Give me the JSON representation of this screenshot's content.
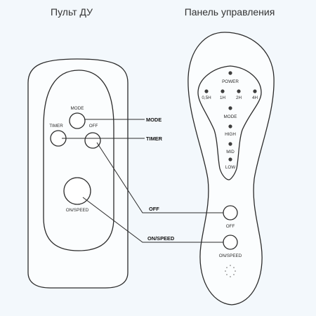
{
  "titles": {
    "remote": "Пульт ДУ",
    "panel": "Панель управления"
  },
  "remote": {
    "mode": "MODE",
    "timer": "TIMER",
    "off": "OFF",
    "on_speed": "ON/SPEED"
  },
  "callouts": {
    "mode": "MODE",
    "timer": "TIMER",
    "off": "OFF",
    "on_speed": "ON/SPEED"
  },
  "panel": {
    "power": "POWER",
    "timers": [
      "0,5H",
      "1H",
      "2H",
      "4H"
    ],
    "mode": "MODE",
    "high": "HIGH",
    "mid": "MID",
    "low": "LOW",
    "off": "OFF",
    "on_speed": "ON/SPEED"
  }
}
